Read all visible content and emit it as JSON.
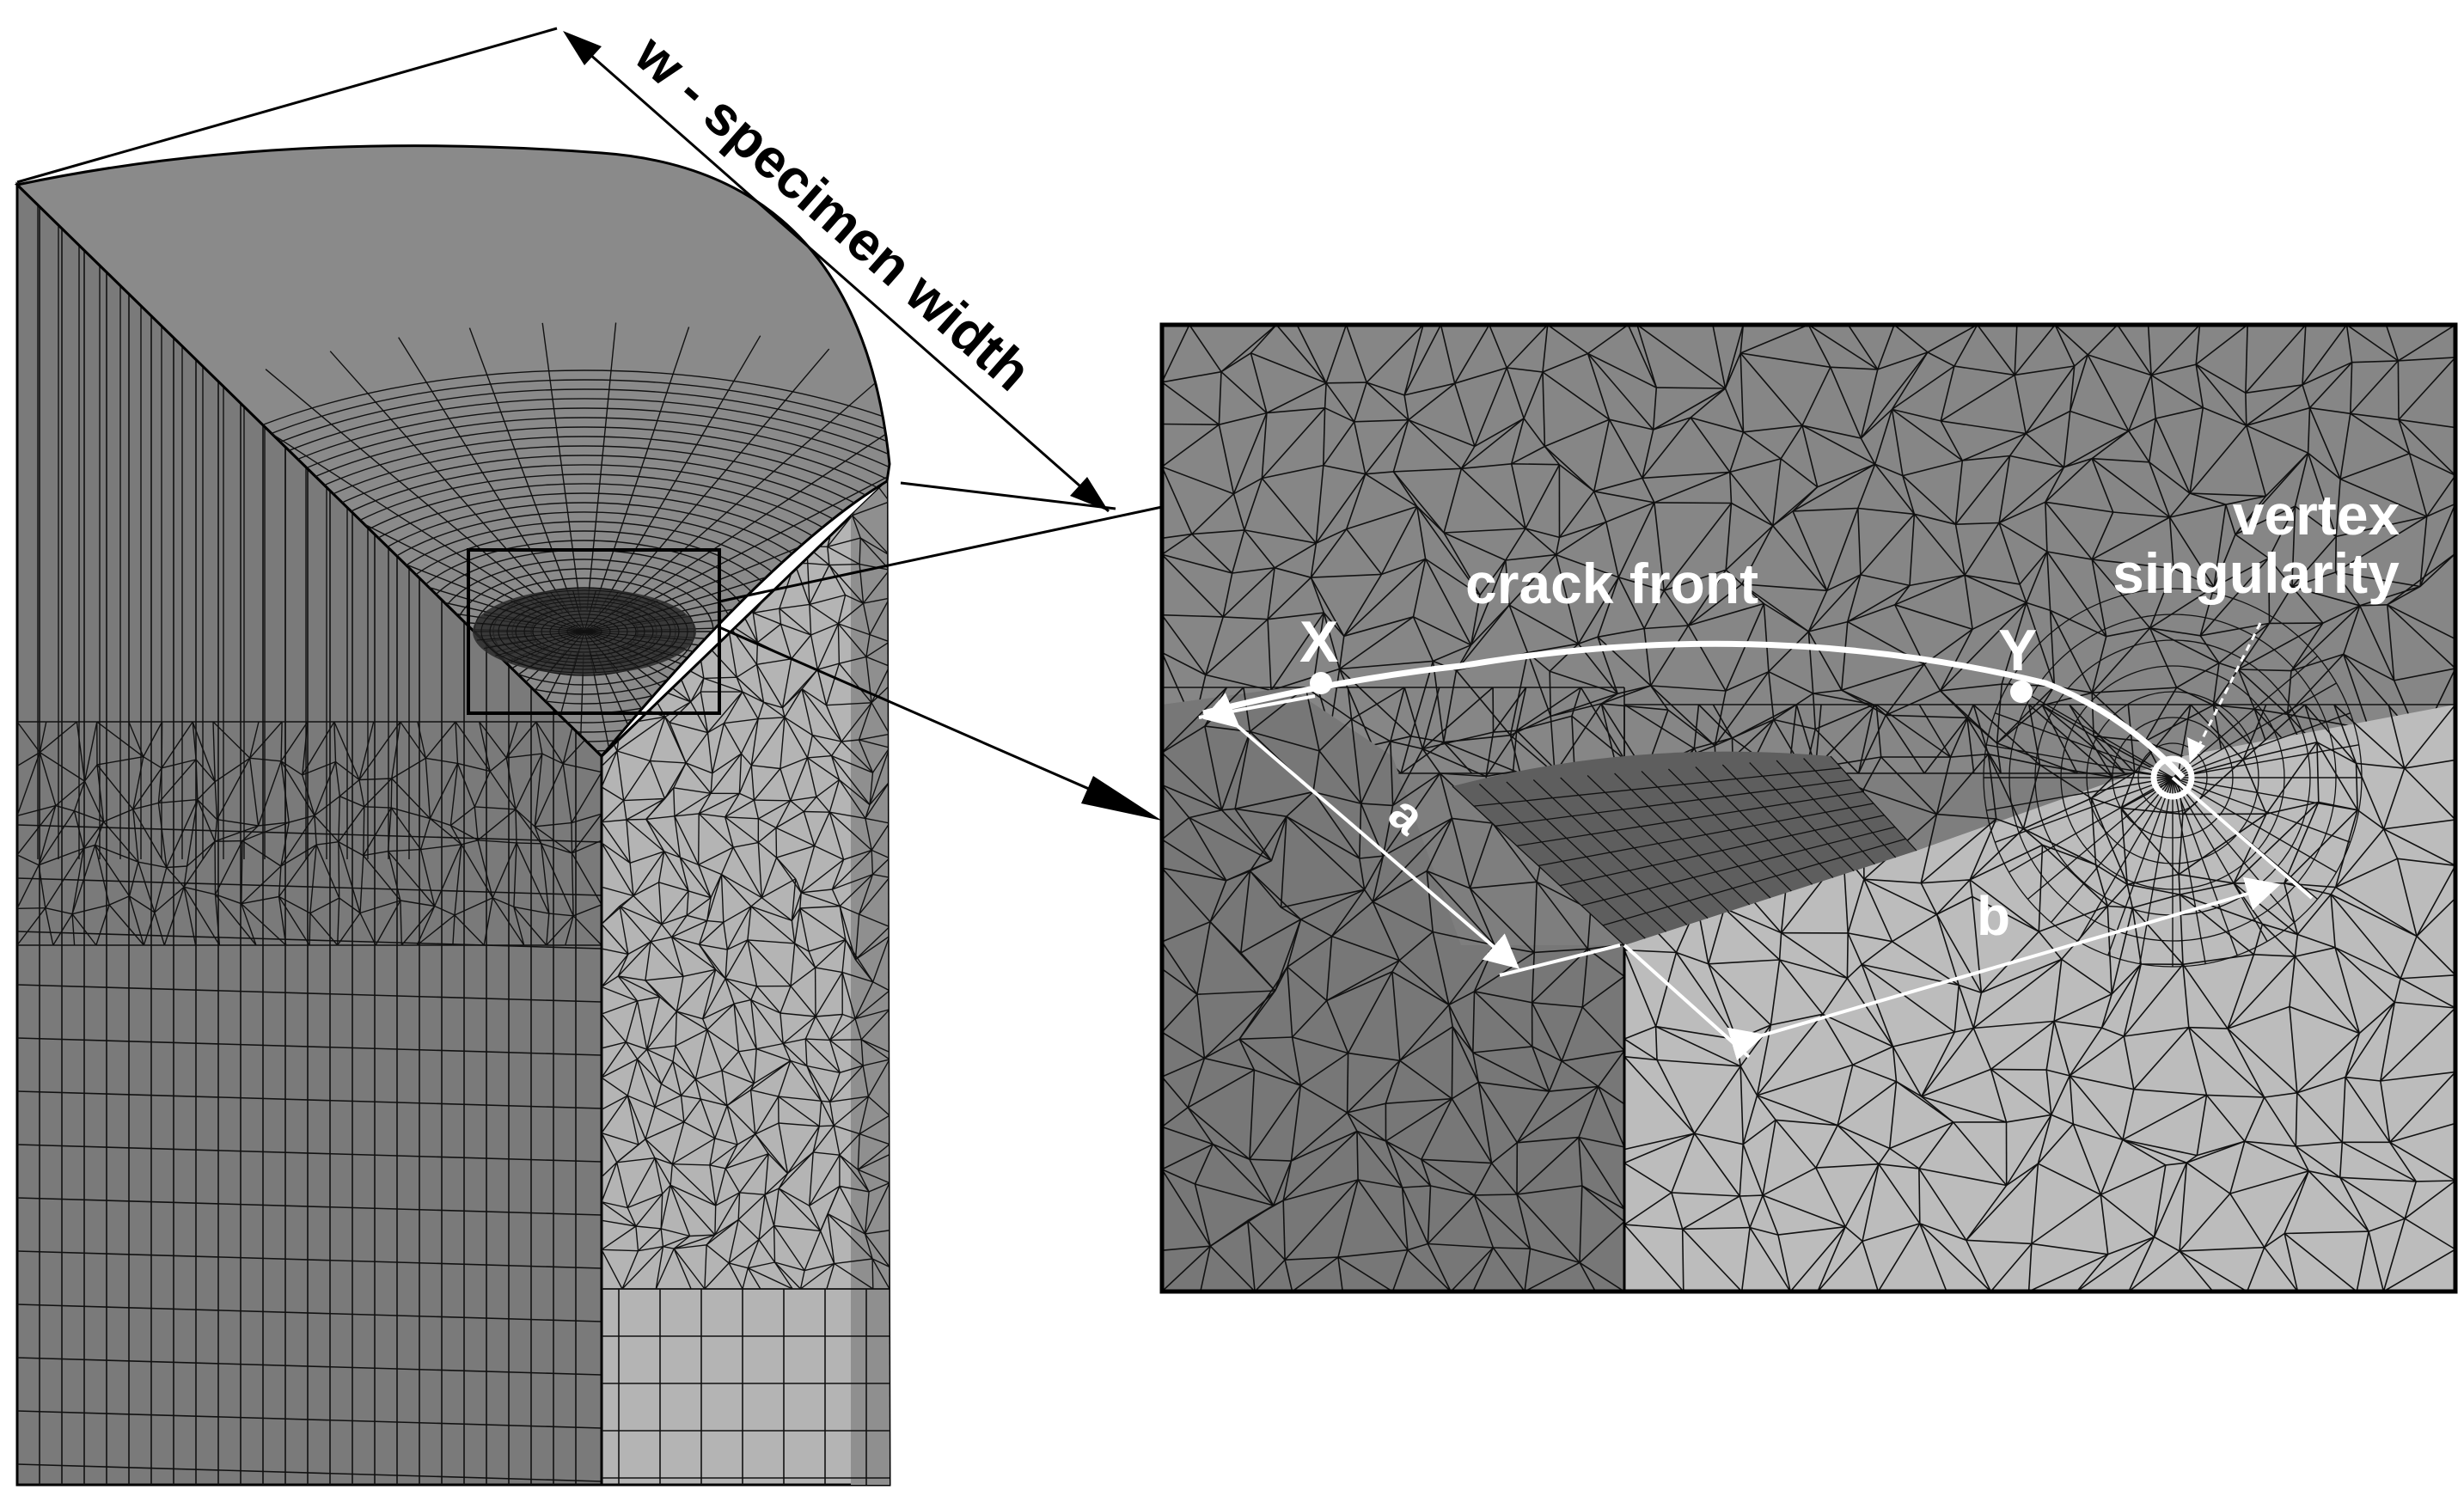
{
  "labels": {
    "width": "w - specimen width",
    "crack_front": "crack front",
    "vertex_line1": "vertex",
    "vertex_line2": "singularity",
    "point_x": "X",
    "point_y": "Y",
    "dim_a": "a",
    "dim_b": "b"
  },
  "colors": {
    "mesh_line": "#111111",
    "face_dark": "#6e6e6e",
    "face_mid": "#8a8a8a",
    "face_light": "#bdbdbd",
    "annotation_light": "#ffffff",
    "annotation_dark": "#000000"
  }
}
